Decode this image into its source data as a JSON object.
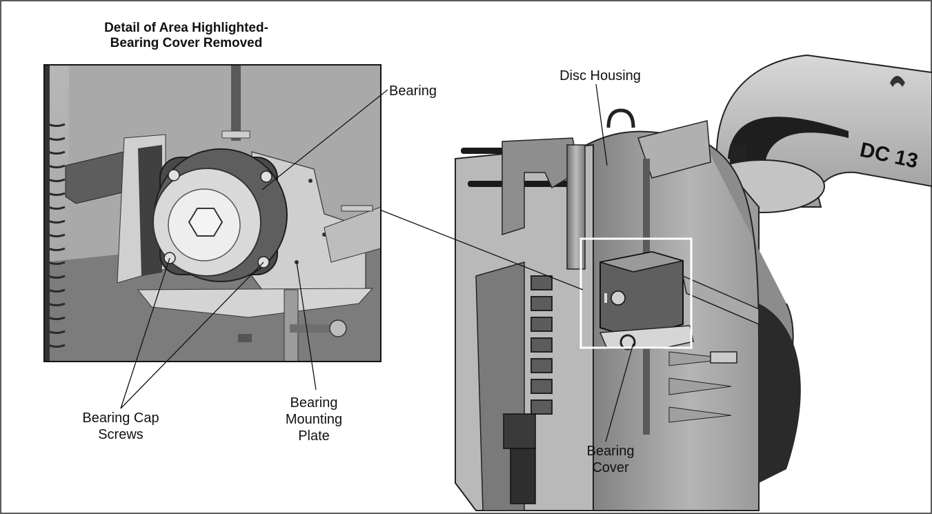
{
  "detail_title": {
    "line1": "Detail of Area Highlighted-",
    "line2": "Bearing Cover Removed"
  },
  "labels": {
    "bearing": "Bearing",
    "disc_housing": "Disc Housing",
    "bearing_cap_screws": {
      "line1": "Bearing Cap",
      "line2": "Screws"
    },
    "bearing_mounting_plate": {
      "line1": "Bearing",
      "line2": "Mounting",
      "line3": "Plate"
    },
    "bearing_cover": {
      "line1": "Bearing",
      "line2": "Cover"
    },
    "machine_marking": "DC 13"
  },
  "colors": {
    "line": "#111111",
    "photo_bg": "#9a9a9a",
    "highlight_box": "#ffffff"
  }
}
